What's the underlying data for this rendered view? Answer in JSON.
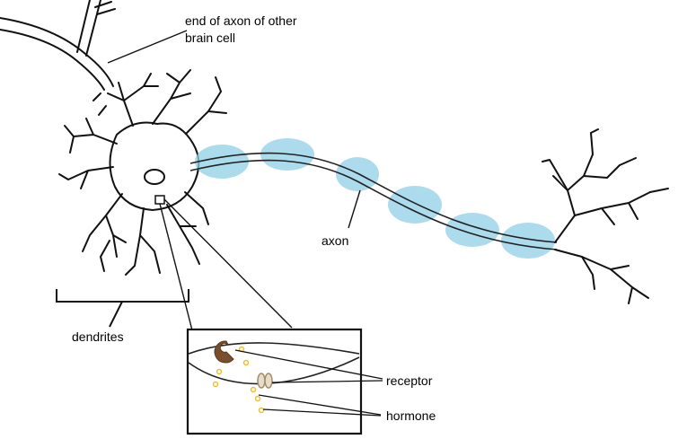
{
  "labels": {
    "end_of_axon_line1": "end of axon of other",
    "end_of_axon_line2": "brain cell",
    "axon": "axon",
    "dendrites": "dendrites",
    "receptor": "receptor",
    "hormone": "hormone"
  },
  "colors": {
    "outline": "#111111",
    "myelin": "#8fd0e6",
    "receptor_fill": "#e8dcc8",
    "receptor_stroke": "#a08b6a",
    "hormone_ring": "#e8c030",
    "c_shape_outer": "#7a4e2c",
    "c_shape_inner": "#c49a72"
  }
}
